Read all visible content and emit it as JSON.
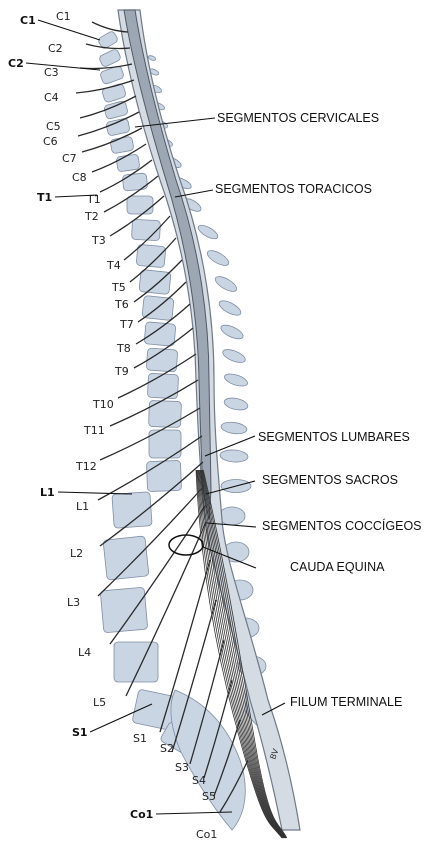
{
  "figure": {
    "callouts": [
      "SEGMENTOS CERVICALES",
      "SEGMENTOS TORACICOS",
      "SEGMENTOS LUMBARES",
      "SEGMENTOS SACROS",
      "SEGMENTOS COCCÍGEOS",
      "CAUDA EQUINA",
      "FILUM TERMINALE"
    ],
    "vertebra_labels": [
      "C1",
      "C2",
      "C3",
      "C4",
      "C5",
      "C6",
      "C7",
      "C8",
      "T1",
      "T2",
      "T3",
      "T4",
      "T5",
      "T6",
      "T7",
      "T8",
      "T9",
      "T10",
      "T11",
      "T12",
      "L1",
      "L2",
      "L3",
      "L4",
      "L5",
      "S1",
      "S2",
      "S3",
      "S4",
      "S5",
      "Co1"
    ],
    "bold_labels": [
      "C1",
      "C2",
      "T1",
      "L1",
      "S1",
      "Co1"
    ],
    "small_text": "BV",
    "colors": {
      "bone": "#c9d5e3",
      "bone_edge": "#7f8ea3",
      "cord": "#a8b1bc",
      "ink": "#1a1a1a"
    }
  }
}
